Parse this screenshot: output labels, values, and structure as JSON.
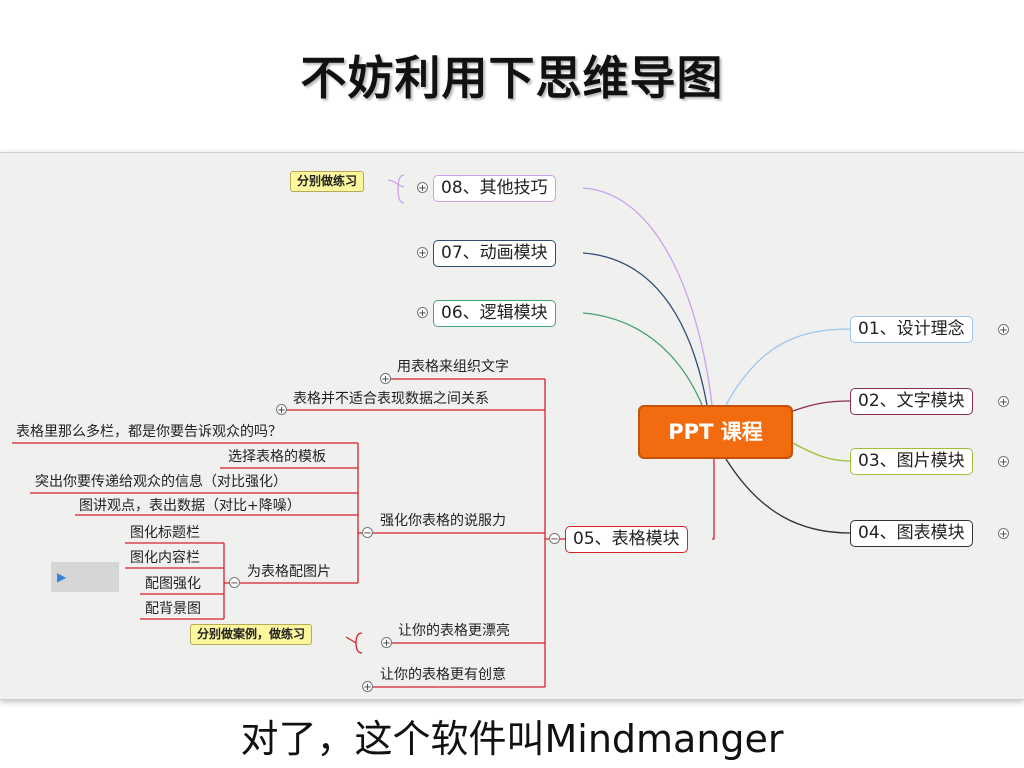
{
  "slide": {
    "title": "不妨利用下思维导图",
    "caption": "对了，这个软件叫Mindmanger"
  },
  "mindmap": {
    "central": "PPT  课程",
    "right_topics": [
      "01、设计理念",
      "02、文字模块",
      "03、图片模块",
      "04、图表模块"
    ],
    "left_topics": [
      "08、其他技巧",
      "07、动画模块",
      "06、逻辑模块",
      "05、表格模块"
    ],
    "notes": {
      "practice": "分别做练习",
      "case_practice": "分别做案例，做练习"
    },
    "table_sub": {
      "organize": "用表格来组织文字",
      "not_fit": "表格并不适合表现数据之间关系",
      "persuasion": "强化你表格的说服力",
      "persuasion_items": [
        "表格里那么多栏，都是你要告诉观众的吗？",
        "选择表格的模板",
        "突出你要传递给观众的信息（对比强化）",
        "图讲观点，表出数据（对比+降噪）"
      ],
      "pictures": "为表格配图片",
      "picture_items": [
        "图化标题栏",
        "图化内容栏",
        "配图强化",
        "配背景图"
      ],
      "prettier": "让你的表格更漂亮",
      "creative": "让你的表格更有创意"
    }
  },
  "colors": {
    "central_fill": "#f26b0f",
    "branch_01": "#9cc7ee",
    "branch_02": "#8b2e4e",
    "branch_03": "#9dc03c",
    "branch_04": "#333333",
    "branch_05": "#d8202b",
    "branch_06": "#46a278",
    "branch_07": "#2f4c74",
    "branch_08": "#c9a2ee",
    "note_fill": "#fcf69c"
  },
  "icons": {
    "expand": "plus-circle-icon",
    "collapse": "minus-circle-icon",
    "selection": "play-triangle-icon"
  }
}
